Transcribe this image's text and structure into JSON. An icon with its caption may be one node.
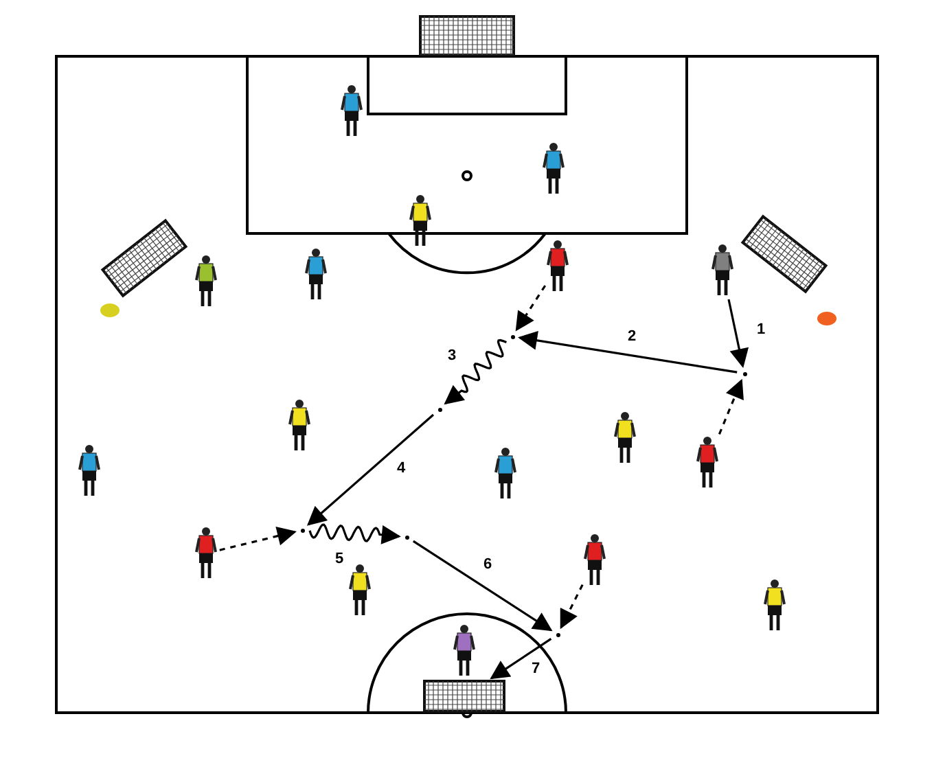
{
  "diagram": {
    "nodes": [
      {
        "text": [],
        "shape": "goal"
      },
      {
        "text": [],
        "shape": "person"
      },
      {
        "text": [],
        "shape": "person"
      },
      {
        "text": [],
        "shape": "person"
      },
      {
        "text": [],
        "shape": "goal"
      },
      {
        "text": [],
        "shape": "person"
      },
      {
        "text": [],
        "shape": "goal"
      },
      {
        "text": [],
        "shape": "person"
      },
      {
        "text": [],
        "shape": "person"
      },
      {
        "text": [],
        "shape": "person"
      },
      {
        "text": [],
        "shape": "person"
      },
      {
        "text": [],
        "shape": "person"
      },
      {
        "text": [],
        "shape": "person"
      },
      {
        "text": [],
        "shape": "person"
      },
      {
        "text": [],
        "shape": "person"
      },
      {
        "text": [],
        "shape": "person"
      },
      {
        "text": [],
        "shape": "person"
      },
      {
        "text": [],
        "shape": "person"
      },
      {
        "text": [],
        "shape": "person"
      },
      {
        "text": [],
        "shape": "person"
      },
      {
        "text": [],
        "shape": "goal"
      },
      {
        "text": [],
        "shape": "point"
      },
      {
        "text": [],
        "shape": "point"
      },
      {
        "text": [],
        "shape": "point"
      },
      {
        "text": [],
        "shape": "point"
      },
      {
        "text": [],
        "shape": "point"
      },
      {
        "text": [],
        "shape": "point"
      }
    ],
    "edges": [
      {
        "from": 7,
        "to": 21,
        "arrow": "to",
        "label": "1"
      },
      {
        "from": 21,
        "to": 22,
        "arrow": "to",
        "label": "2"
      },
      {
        "from": 8,
        "to": 22,
        "arrow": "to",
        "style": "dashed"
      },
      {
        "from": 22,
        "to": 23,
        "arrow": "to",
        "label": "3"
      },
      {
        "from": 23,
        "to": 24,
        "arrow": "to",
        "label": "4"
      },
      {
        "from": 15,
        "to": 24,
        "arrow": "to",
        "style": "dashed"
      },
      {
        "from": 24,
        "to": 25,
        "arrow": "to",
        "label": "5"
      },
      {
        "from": 25,
        "to": 26,
        "arrow": "to",
        "label": "6"
      },
      {
        "from": 16,
        "to": 26,
        "arrow": "to",
        "style": "dashed"
      },
      {
        "from": 26,
        "to": 20,
        "arrow": "to",
        "label": "7"
      },
      {
        "from": 12,
        "to": 21,
        "arrow": "to",
        "style": "dashed"
      }
    ]
  }
}
